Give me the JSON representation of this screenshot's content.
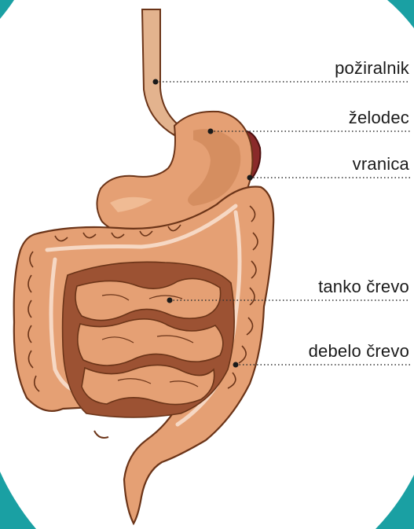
{
  "diagram": {
    "labels": [
      {
        "id": "esophagus",
        "text": "požiralnik"
      },
      {
        "id": "stomach",
        "text": "želodec"
      },
      {
        "id": "spleen",
        "text": "vranica"
      },
      {
        "id": "small_intestine",
        "text": "tanko črevo"
      },
      {
        "id": "large_intestine",
        "text": "debelo črevo"
      }
    ]
  },
  "colors": {
    "corner_teal": "#1aa0a3",
    "organ_fill": "#e5a074",
    "organ_dark": "#c4784a",
    "organ_outline": "#6b3418",
    "spleen": "#8a2a2a",
    "intestine_cavity": "#9c5233",
    "highlight": "#f6d8c4",
    "esophagus": "#e3b38e"
  }
}
